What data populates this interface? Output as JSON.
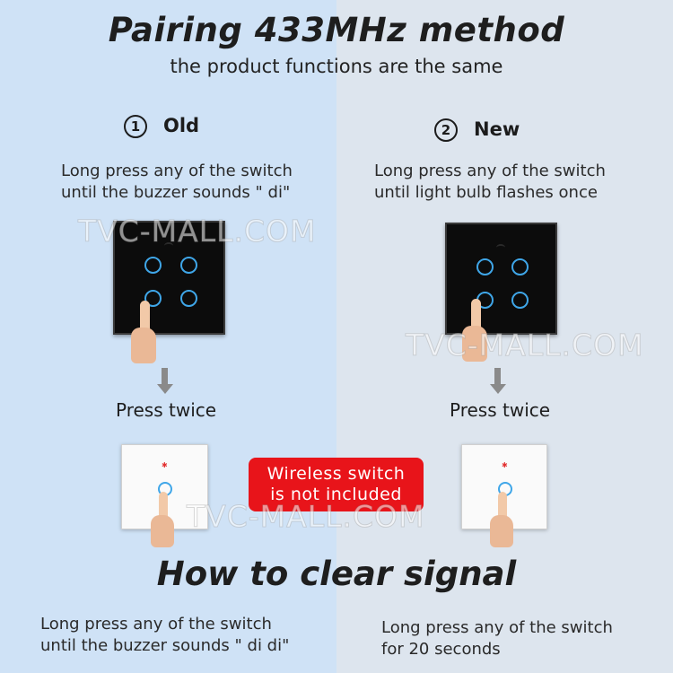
{
  "header": {
    "title": "Pairing 433MHz method",
    "subtitle": "the product functions are the same"
  },
  "old": {
    "number": "1",
    "label": "Old",
    "desc_line1": "Long press any of the switch",
    "desc_line2": "until the buzzer sounds \" di\"",
    "press_label": "Press twice"
  },
  "new": {
    "number": "2",
    "label": "New",
    "desc_line1": "Long press any of the switch",
    "desc_line2": "until light bulb flashes once",
    "press_label": "Press twice"
  },
  "badge": {
    "line1": "Wireless switch",
    "line2": "is not included"
  },
  "clear": {
    "title": "How to clear signal",
    "left_line1": "Long press any of the switch",
    "left_line2": "until the buzzer sounds \" di di\"",
    "right_line1": "Long press any of the switch",
    "right_line2": "for 20 seconds"
  },
  "watermark": "TVC-MALL.COM",
  "colors": {
    "bg_left": "#cfe2f6",
    "bg_right": "#dde5ee",
    "badge_red": "#e8141a",
    "ring_blue": "#3fa6e8",
    "panel_black": "#0c0c0c"
  },
  "icons": [
    "wifi-icon",
    "touch-ring-icon",
    "down-arrow-icon",
    "finger-icon",
    "red-star-icon"
  ]
}
